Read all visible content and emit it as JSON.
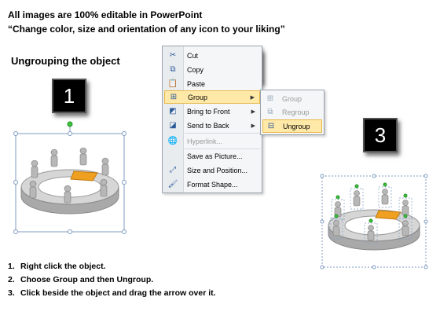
{
  "header": {
    "line1": "All images are 100% editable in PowerPoint",
    "line2": "“Change color, size and orientation of any icon to your liking”"
  },
  "section_title": "Ungrouping the object",
  "steps": {
    "one": "1",
    "two": "2",
    "three": "3"
  },
  "context_menu": {
    "items": [
      {
        "label": "Cut",
        "icon": "scissors-icon"
      },
      {
        "label": "Copy",
        "icon": "copy-icon"
      },
      {
        "label": "Paste",
        "icon": "paste-icon"
      },
      {
        "label": "Group",
        "icon": "group-icon",
        "submenu": true,
        "active": true
      },
      {
        "label": "Bring to Front",
        "icon": "bring-front-icon",
        "submenu": true
      },
      {
        "label": "Send to Back",
        "icon": "send-back-icon",
        "submenu": true
      },
      {
        "label": "Hyperlink...",
        "icon": "hyperlink-icon",
        "disabled": true
      },
      {
        "label": "Save as Picture...",
        "icon": "save-picture-icon"
      },
      {
        "label": "Size and Position...",
        "icon": "size-position-icon"
      },
      {
        "label": "Format Shape...",
        "icon": "format-shape-icon"
      }
    ]
  },
  "submenu": {
    "items": [
      {
        "label": "Group",
        "icon": "group-icon",
        "disabled": true
      },
      {
        "label": "Regroup",
        "icon": "regroup-icon",
        "disabled": true
      },
      {
        "label": "Ungroup",
        "icon": "ungroup-icon",
        "active": true
      }
    ]
  },
  "instructions": [
    {
      "num": "1.",
      "text": "Right click the object."
    },
    {
      "num": "2.",
      "text": "Choose Group and then Ungroup."
    },
    {
      "num": "3.",
      "text": "Click beside the object and drag the arrow over it."
    }
  ],
  "colors": {
    "highlight": "#ffe9a8",
    "highlight_border": "#e8b84a",
    "accent_orange": "#f0a020"
  }
}
